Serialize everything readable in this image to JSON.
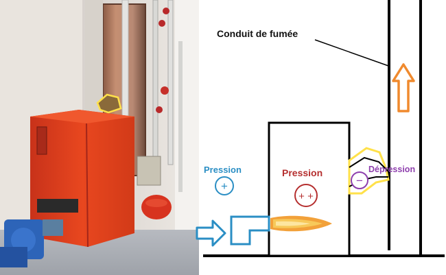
{
  "labels": {
    "flue": "Conduit de fumée",
    "pression_left": "Pression",
    "pression_center": "Pression",
    "depression": "Dépression"
  },
  "symbols": {
    "plus": "+",
    "plus_plus": "+ +",
    "minus": "−"
  },
  "colors": {
    "pression_left": "#2a8ec4",
    "pression_center": "#b52f2f",
    "depression": "#8e3fad",
    "upward_arrow": "#f08a2e",
    "air_inlet_arrow": "#2a8ec4",
    "flame": "#f2a13a",
    "highlight": "#ffe14a"
  },
  "icons": {
    "air_inlet": "right-arrow-icon",
    "draft": "up-arrow-icon",
    "flame": "flame-icon"
  }
}
